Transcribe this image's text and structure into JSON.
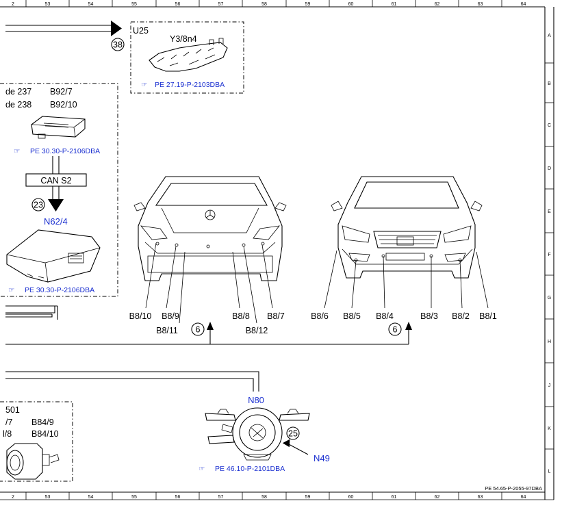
{
  "columns": [
    "2",
    "53",
    "54",
    "55",
    "56",
    "57",
    "58",
    "59",
    "60",
    "61",
    "62",
    "63",
    "64"
  ],
  "rows": [
    "A",
    "B",
    "C",
    "D",
    "E",
    "F",
    "G",
    "H",
    "J",
    "K",
    "L"
  ],
  "top_group": {
    "u25": "U25",
    "y3": "Y3/8n4",
    "ref": "PE 27.19-P-2103DBA",
    "circle": "38"
  },
  "left_group": {
    "line1_left": "de 237",
    "line1_right": "B92/7",
    "line2_left": "de 238",
    "line2_right": "B92/10",
    "ref1": "PE 30.30-P-2106DBA",
    "can": "CAN S2",
    "circle": "23",
    "module": "N62/4",
    "ref2": "PE 30.30-P-2106DBA"
  },
  "rear_sensors": [
    "B8/10",
    "B8/9",
    "B8/11",
    "B8/8",
    "B8/7",
    "B8/12"
  ],
  "front_sensors": [
    "B8/6",
    "B8/5",
    "B8/4",
    "B8/3",
    "B8/2",
    "B8/1"
  ],
  "bus_circles": [
    "6",
    "6"
  ],
  "bottom_left": {
    "l1": "501",
    "l2a": "/7",
    "l2b": "B84/9",
    "l3a": "l/8",
    "l3b": "B84/10"
  },
  "bottom_center": {
    "n80": "N80",
    "n49": "N49",
    "circle": "25",
    "ref": "PE 46.10-P-2101DBA"
  },
  "footer_code": "PE 54.65-P-2055-97DBA"
}
